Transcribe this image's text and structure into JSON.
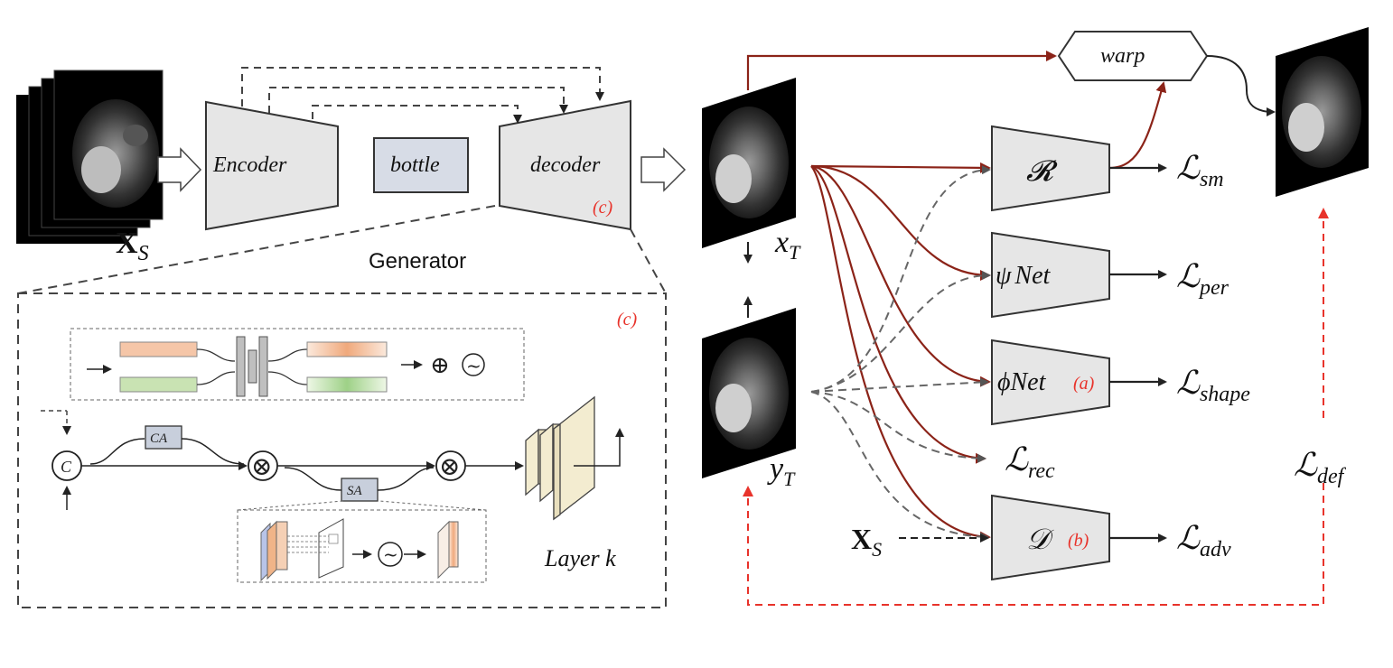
{
  "colors": {
    "block_fill": "#e6e6e6",
    "bottle_fill": "#d7dce6",
    "stroke": "#222222",
    "brown": "#8b2318",
    "red_dash": "#e8332b",
    "gray_dash": "#666666",
    "label_red": "#e8332b",
    "ca_fill": "#c8cfdc",
    "orange_bar": "#f5c6a8",
    "green_bar": "#c9e3b3",
    "layer_fill": "#f3ecd0"
  },
  "generator": {
    "encoder": "Encoder",
    "bottle": "bottle",
    "decoder": "decoder",
    "decoder_tag": "(c)",
    "label": "Generator"
  },
  "inputs": {
    "xs_main": "X",
    "xs_sub": "S",
    "xt_main": "x",
    "xt_sub": "T",
    "yt_main": "y",
    "yt_sub": "T"
  },
  "detail": {
    "tag": "(c)",
    "concat": "C",
    "ca": "CA",
    "sa": "SA",
    "layer": "Layer k",
    "plus": "⊕",
    "tilde": "~",
    "multiply": "⊗"
  },
  "modules": {
    "warp": "warp",
    "r": "𝓡",
    "psi": "ψ",
    "psi_net": "Net",
    "phi": "ϕ",
    "phi_net": "Net",
    "phi_tag": "(a)",
    "d": "𝒟",
    "d_tag": "(b)"
  },
  "losses": {
    "sm": "sm",
    "per": "per",
    "shape": "shape",
    "rec": "rec",
    "adv": "adv",
    "def": "def",
    "symbol": "ℒ"
  }
}
